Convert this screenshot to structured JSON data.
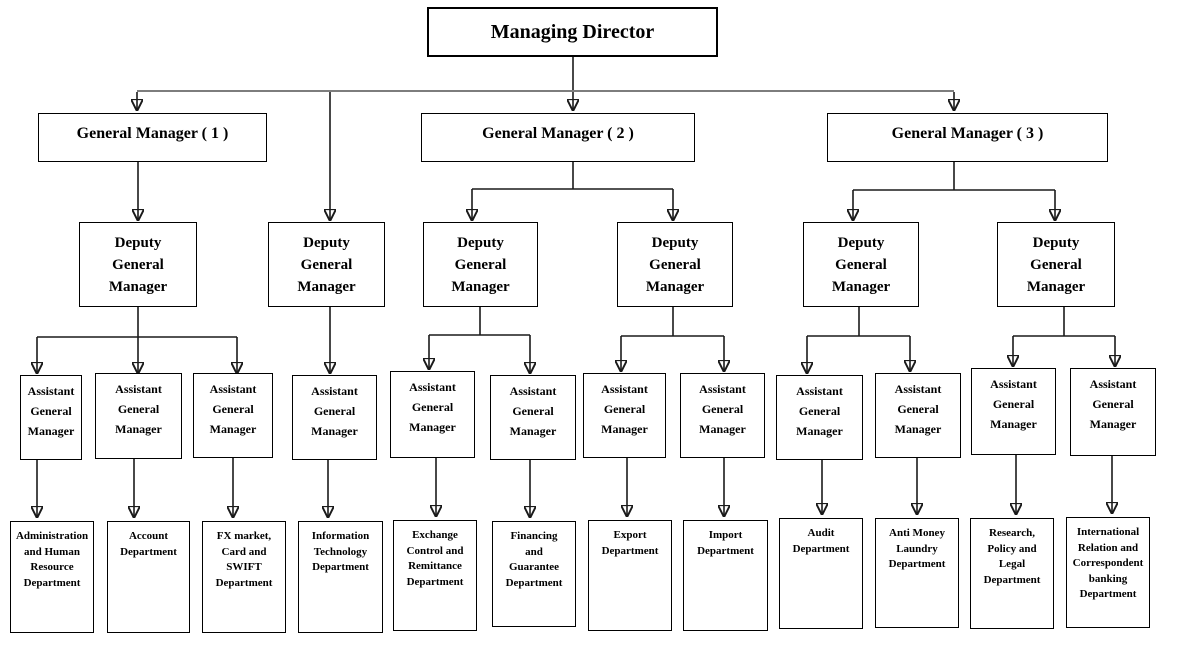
{
  "root": {
    "label": "Managing Director"
  },
  "general_managers": [
    {
      "label": "General Manager ( 1 )"
    },
    {
      "label": "General Manager ( 2 )"
    },
    {
      "label": "General Manager ( 3 )"
    }
  ],
  "labels": {
    "deputy": "Deputy\nGeneral\nManager",
    "assistant": "Assistant\nGeneral\nManager"
  },
  "departments": [
    {
      "label": "Administration\nand Human\nResource\nDepartment"
    },
    {
      "label": "Account\nDepartment"
    },
    {
      "label": "FX market,\nCard and\nSWIFT\nDepartment"
    },
    {
      "label": "Information\nTechnology\nDepartment"
    },
    {
      "label": "Exchange\nControl and\nRemittance\nDepartment"
    },
    {
      "label": "Financing\nand\nGuarantee\nDepartment"
    },
    {
      "label": "Export\nDepartment"
    },
    {
      "label": "Import\nDepartment"
    },
    {
      "label": "Audit\nDepartment"
    },
    {
      "label": "Anti Money\nLaundry\nDepartment"
    },
    {
      "label": "Research,\nPolicy and\nLegal\nDepartment"
    },
    {
      "label": "International\nRelation and\nCorrespondent\nbanking\nDepartment"
    }
  ],
  "colors": {
    "background": "#ffffff",
    "box_border": "#000000",
    "text": "#000000",
    "connector": "#1a1a1a",
    "top_bar": "#7d7d7d"
  }
}
